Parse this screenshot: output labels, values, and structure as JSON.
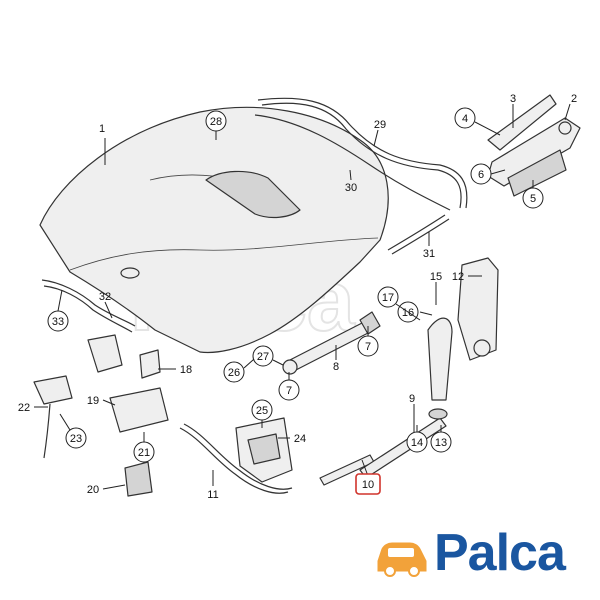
{
  "diagram": {
    "callouts": [
      {
        "id": "1",
        "style": "plain"
      },
      {
        "id": "2",
        "style": "plain"
      },
      {
        "id": "3",
        "style": "plain"
      },
      {
        "id": "4",
        "style": "circle"
      },
      {
        "id": "5",
        "style": "circle"
      },
      {
        "id": "6",
        "style": "circle"
      },
      {
        "id": "7",
        "style": "circle"
      },
      {
        "id": "7b",
        "label": "7",
        "style": "circle"
      },
      {
        "id": "8",
        "style": "plain"
      },
      {
        "id": "9",
        "style": "plain"
      },
      {
        "id": "10",
        "style": "box-highlight"
      },
      {
        "id": "11",
        "style": "plain"
      },
      {
        "id": "12",
        "style": "plain"
      },
      {
        "id": "13",
        "style": "circle"
      },
      {
        "id": "14",
        "style": "circle"
      },
      {
        "id": "15",
        "style": "plain"
      },
      {
        "id": "16",
        "style": "circle"
      },
      {
        "id": "17",
        "style": "circle"
      },
      {
        "id": "18",
        "style": "plain"
      },
      {
        "id": "19",
        "style": "plain"
      },
      {
        "id": "20",
        "style": "plain"
      },
      {
        "id": "21",
        "style": "circle"
      },
      {
        "id": "22",
        "style": "plain"
      },
      {
        "id": "23",
        "style": "circle"
      },
      {
        "id": "24",
        "style": "plain"
      },
      {
        "id": "25",
        "style": "circle"
      },
      {
        "id": "26",
        "style": "circle"
      },
      {
        "id": "27",
        "style": "circle"
      },
      {
        "id": "28",
        "style": "circle"
      },
      {
        "id": "29",
        "style": "plain"
      },
      {
        "id": "30",
        "style": "plain"
      },
      {
        "id": "31",
        "style": "plain"
      },
      {
        "id": "32",
        "style": "plain"
      },
      {
        "id": "33",
        "style": "circle"
      }
    ],
    "highlight_color": "#d0342c"
  },
  "watermark": {
    "text": "Palca"
  },
  "logo": {
    "text": "Palca",
    "icon": "car-icon",
    "color": "#1a56a0",
    "accent": "#f2a23a"
  }
}
